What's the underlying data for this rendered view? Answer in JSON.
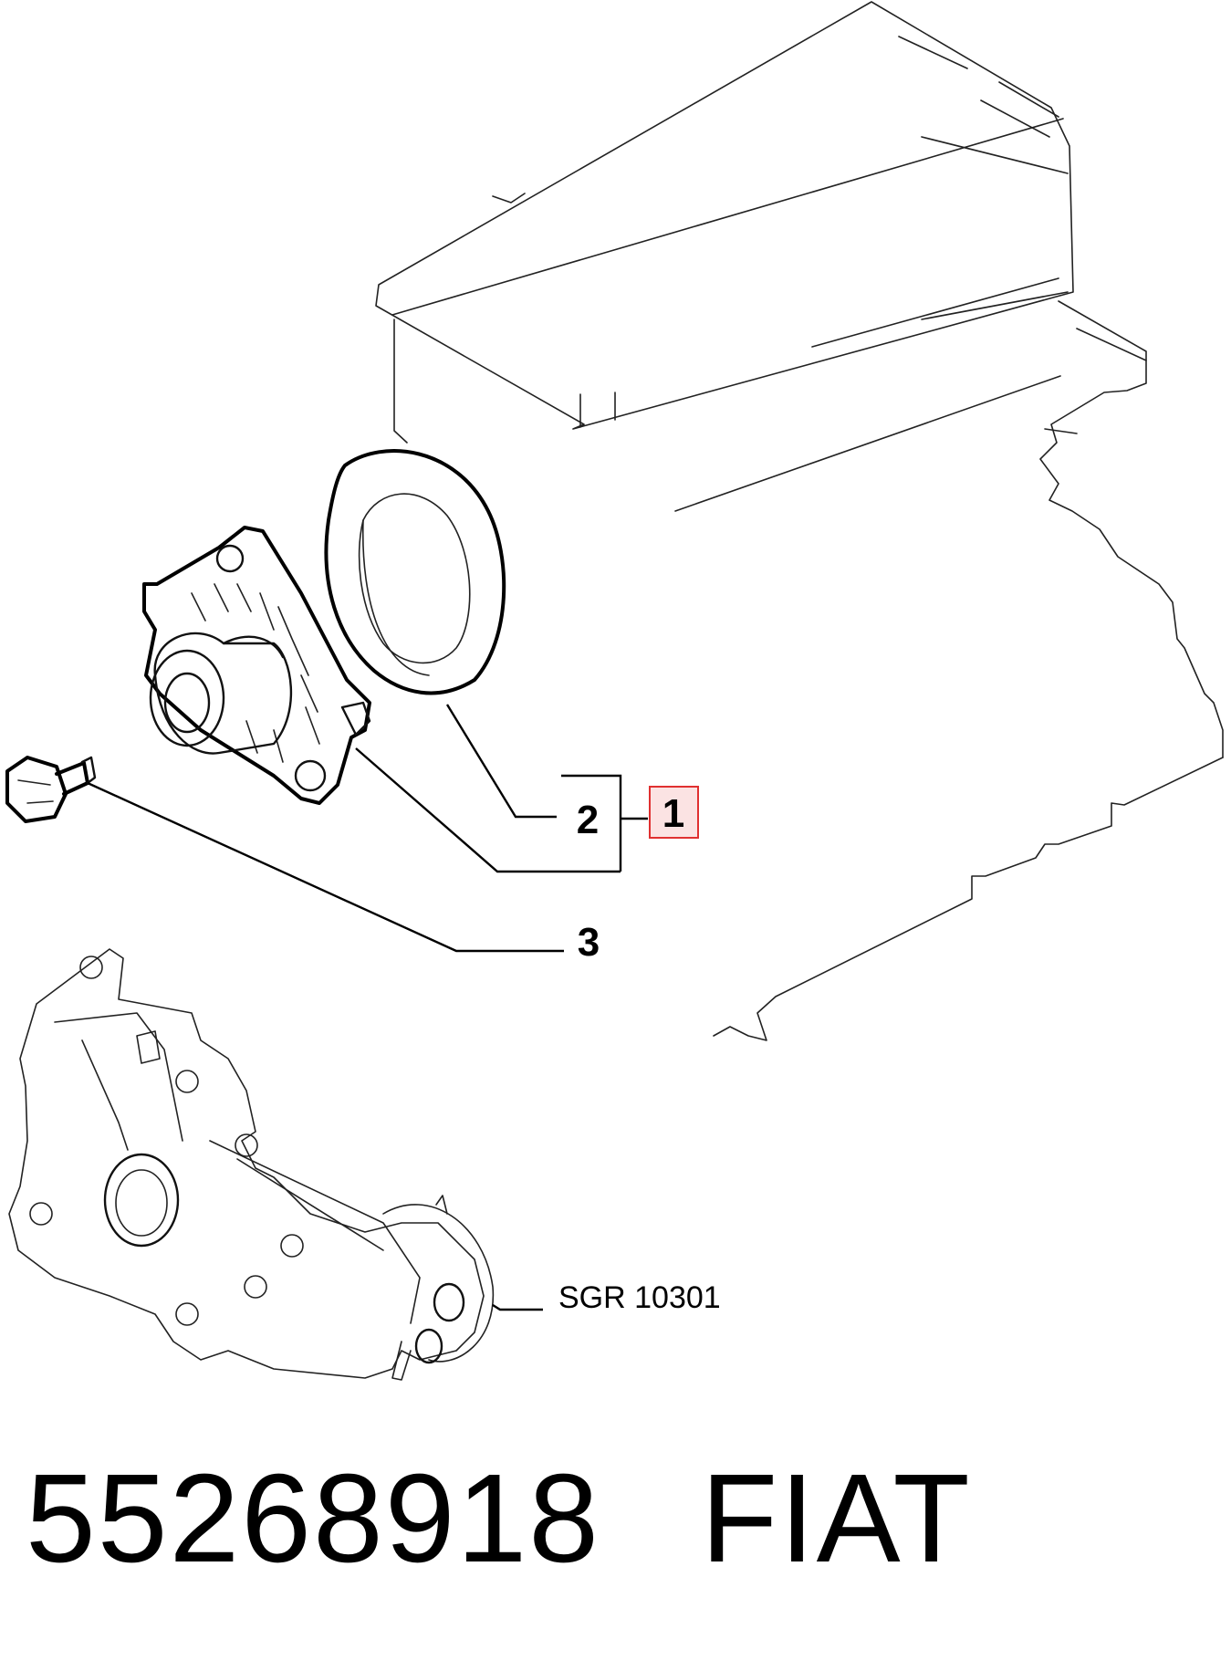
{
  "callouts": {
    "kit": "1",
    "gasket": "2",
    "bolt": "3"
  },
  "reference": {
    "label": "SGR 10301"
  },
  "footer": {
    "part_number": "55268918",
    "brand": "FIAT"
  },
  "colors": {
    "highlight_border": "#e03030",
    "highlight_fill": "#fbe3e3",
    "line": "#000000"
  }
}
